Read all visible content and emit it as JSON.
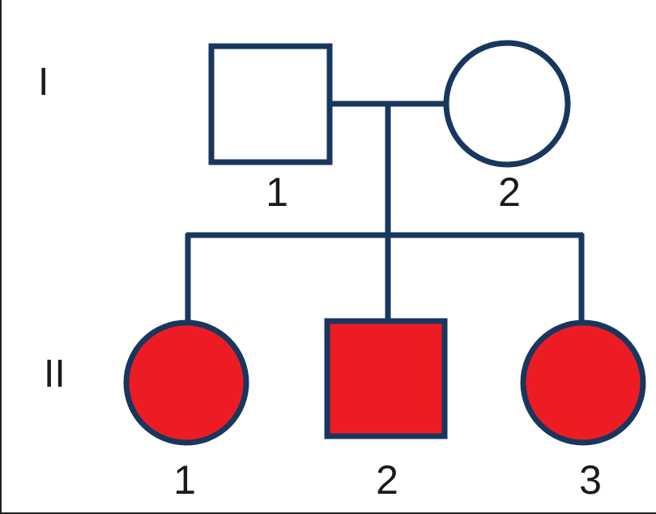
{
  "generations": [
    {
      "label": "I"
    },
    {
      "label": "II"
    }
  ],
  "individuals": [
    {
      "id": "I-1",
      "number": "1",
      "sex": "male",
      "affected": false
    },
    {
      "id": "I-2",
      "number": "2",
      "sex": "female",
      "affected": false
    },
    {
      "id": "II-1",
      "number": "1",
      "sex": "female",
      "affected": true
    },
    {
      "id": "II-2",
      "number": "2",
      "sex": "male",
      "affected": true
    },
    {
      "id": "II-3",
      "number": "3",
      "sex": "female",
      "affected": true
    }
  ],
  "colors": {
    "line": "#17375e",
    "affected_fill": "#ed1c24",
    "unaffected_fill": "#ffffff"
  }
}
